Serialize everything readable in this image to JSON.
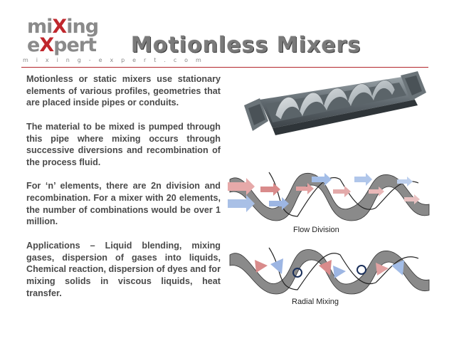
{
  "logo": {
    "part1_prefix": "mi",
    "part1_accent": "X",
    "part1_suffix": "ing",
    "part2_prefix": "e",
    "part2_accent": "X",
    "part2_suffix": "pert",
    "tagline": "m i x i n g - e x p e r t . c o m"
  },
  "title": "Motionless Mixers",
  "paragraphs": [
    "Motionless or static mixers use stationary elements of various profiles, geometries that are placed inside pipes or conduits.",
    "The material to be mixed is pumped through this pipe where mixing occurs through successive diversions and recombination of the process fluid.",
    "For ‘n’ elements, there are 2n division and recombination. For a mixer with 20 elements, the number of combinations would be over 1 million.",
    "Applications – Liquid blending, mixing gases, dispersion of gases into liquids, Chemical reaction, dispersion of dyes and for mixing solids in viscous liquids, heat transfer."
  ],
  "figures": {
    "flow_caption": "Flow Division",
    "radial_caption": "Radial Mixing"
  },
  "colors": {
    "accent_red": "#c0272d",
    "text_gray": "#4a4a4a",
    "title_gray": "#7a7a7a"
  }
}
